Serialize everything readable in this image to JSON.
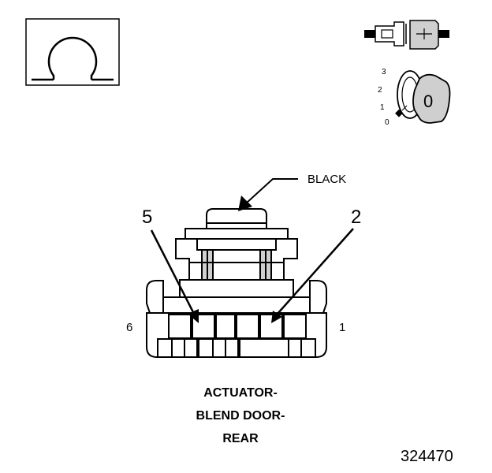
{
  "symbol": {
    "glyph": "Ω",
    "icon": "ohmmeter-icon"
  },
  "key": {
    "positions": [
      "3",
      "2",
      "1",
      "0"
    ],
    "key_label": "0"
  },
  "callouts": {
    "wire_color": "BLACK",
    "pin_left": "5",
    "pin_right": "2"
  },
  "pins": {
    "left_end": "6",
    "right_end": "1"
  },
  "title": {
    "line1": "ACTUATOR-",
    "line2": "BLEND DOOR-",
    "line3": "REAR"
  },
  "figure_number": "324470",
  "colors": {
    "ink": "#000000",
    "background": "#ffffff",
    "shade": "#cfcfcf"
  }
}
